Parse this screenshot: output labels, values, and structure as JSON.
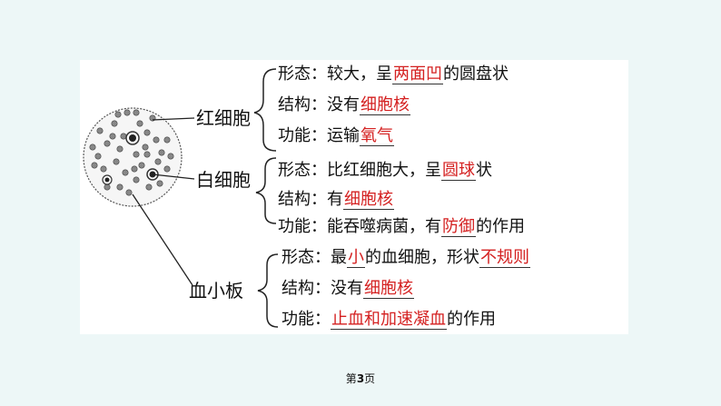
{
  "cells": [
    {
      "name": "红细胞",
      "rows": [
        {
          "term": "形态：",
          "parts": [
            {
              "t": "较大，呈"
            },
            {
              "t": "两面凹",
              "a": true
            },
            {
              "t": "的圆盘状"
            }
          ]
        },
        {
          "term": "结构：",
          "parts": [
            {
              "t": "没有"
            },
            {
              "t": "细胞核",
              "a": true
            }
          ]
        },
        {
          "term": "功能：",
          "parts": [
            {
              "t": "运输"
            },
            {
              "t": "氧气",
              "a": true
            }
          ]
        }
      ]
    },
    {
      "name": "白细胞",
      "rows": [
        {
          "term": "形态：",
          "parts": [
            {
              "t": "比红细胞大，呈"
            },
            {
              "t": "圆球",
              "a": true
            },
            {
              "t": "状"
            }
          ]
        },
        {
          "term": "结构：",
          "parts": [
            {
              "t": "有"
            },
            {
              "t": "细胞核",
              "a": true
            }
          ]
        },
        {
          "term": "功能：",
          "parts": [
            {
              "t": "能吞噬病菌，有"
            },
            {
              "t": "防御",
              "a": true
            },
            {
              "t": "的作用"
            }
          ]
        }
      ]
    },
    {
      "name": "血小板",
      "rows": [
        {
          "term": "形态：",
          "parts": [
            {
              "t": "最"
            },
            {
              "t": "小",
              "a": true
            },
            {
              "t": "的血细胞，形状"
            },
            {
              "t": "不规则",
              "a": true
            }
          ]
        },
        {
          "term": "结构：",
          "parts": [
            {
              "t": "没有"
            },
            {
              "t": "细胞核",
              "a": true
            }
          ]
        },
        {
          "term": "功能：",
          "parts": [
            {
              "t": ""
            },
            {
              "t": "止血和加速凝血",
              "a": true
            },
            {
              "t": "的作用"
            }
          ]
        }
      ]
    }
  ],
  "footer": {
    "prefix": "第",
    "page": "3",
    "suffix": "页"
  },
  "colors": {
    "answer": "#d42020",
    "background": "#edf7f7"
  }
}
